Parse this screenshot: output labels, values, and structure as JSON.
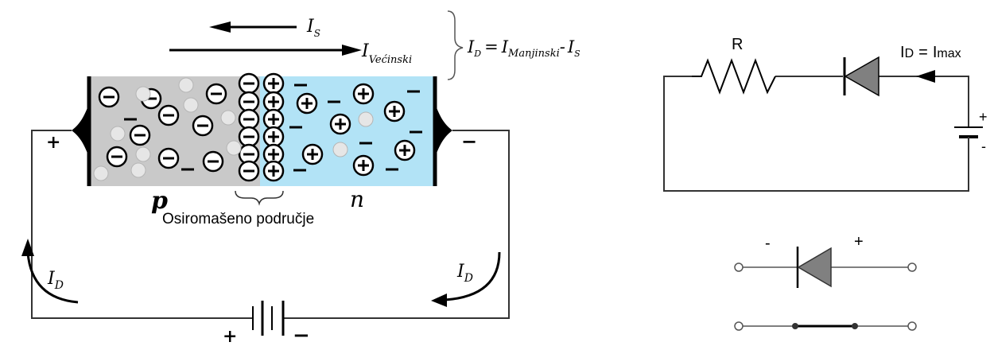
{
  "colors": {
    "p_region": "#c9c9c9",
    "n_region": "#b2e3f6",
    "stroke": "#000000",
    "diode_fill": "#808080",
    "hole_ball": "#d9d9d9",
    "wire": "#333333"
  },
  "left_diagram": {
    "current_is": {
      "main": "I",
      "sub": "S"
    },
    "current_majority": {
      "main": "I",
      "sub": "Većinski"
    },
    "equation": {
      "lhs_main": "I",
      "lhs_sub": "D",
      "eq": "=",
      "t1_main": "I",
      "t1_sub": "Manjinski",
      "minus": "-",
      "t2_main": "I",
      "t2_sub": "S"
    },
    "p_label": "p",
    "n_label": "n",
    "depletion_label": "Osiromašeno područje",
    "left_terminal_sign": "+",
    "right_terminal_sign": "−",
    "battery_plus": "+",
    "battery_minus": "−",
    "left_current": {
      "main": "I",
      "sub": "D"
    },
    "right_current": {
      "main": "I",
      "sub": "D"
    }
  },
  "right_diagram": {
    "resistor_label": "R",
    "current_label": "I",
    "current_label_sub": "D",
    "current_label_eq": "=",
    "current_label_max_main": "I",
    "current_label_max_sub": "max",
    "battery_plus": "+",
    "battery_minus": "-",
    "diode_symbol_minus": "-",
    "diode_symbol_plus": "+"
  }
}
